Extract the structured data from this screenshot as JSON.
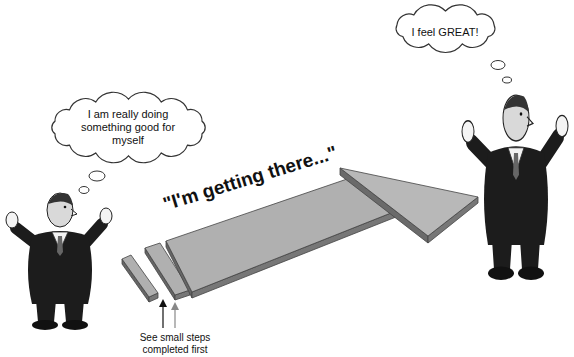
{
  "diagram": {
    "nodes": [
      {
        "text": [
          "I am really doing something good for myself"
        ]
      },
      {
        "text": [
          "I feel GREAT!"
        ]
      }
    ],
    "labels": [
      "\"I'm getting there...\"",
      "See small steps completed first"
    ]
  }
}
